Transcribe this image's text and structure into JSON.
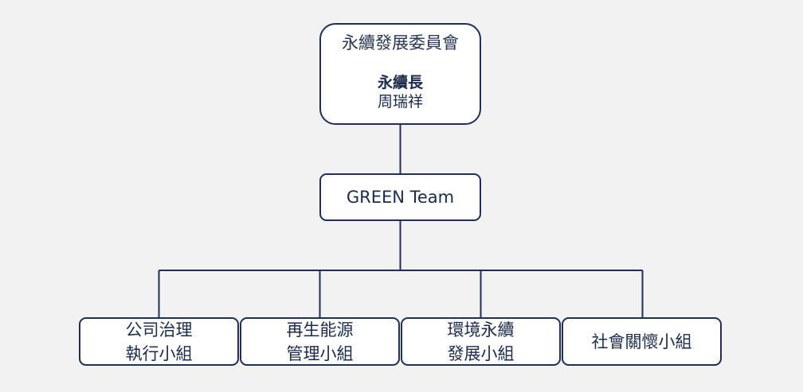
{
  "chart": {
    "root": {
      "committee": "永續發展委員會",
      "role": "永續長",
      "person": "周瑞祥"
    },
    "team": {
      "label": "GREEN Team"
    },
    "groups": [
      {
        "line1": "公司治理",
        "line2": "執行小組"
      },
      {
        "line1": "再生能源",
        "line2": "管理小組"
      },
      {
        "line1": "環境永續",
        "line2": "發展小組"
      },
      {
        "line1": "社會關懷小組"
      }
    ]
  },
  "colors": {
    "background": "#f2f2f2",
    "box_fill": "#ffffff",
    "box_border": "#1f2f55",
    "text": "#1c2b4a"
  }
}
